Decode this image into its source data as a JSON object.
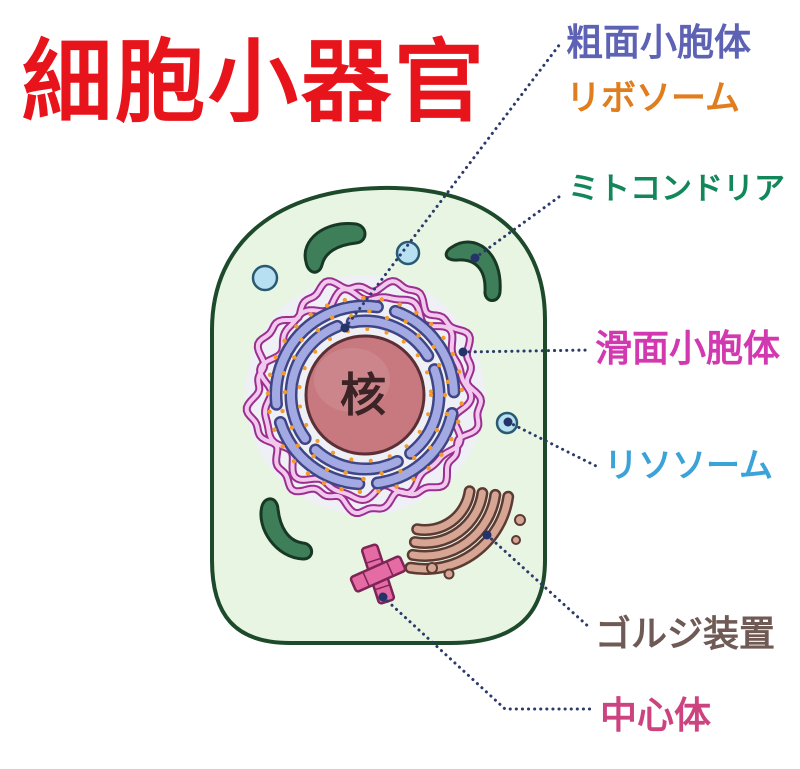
{
  "title": "細胞小器官",
  "nucleus": {
    "label": "核"
  },
  "labels": {
    "rough_er": {
      "text": "粗面小胞体",
      "color": "#5d62b5"
    },
    "ribosome": {
      "text": "リボソーム",
      "color": "#e07d1f"
    },
    "mitochondria": {
      "text": "ミトコンドリア",
      "color": "#12875a"
    },
    "smooth_er": {
      "text": "滑面小胞体",
      "color": "#d238b0"
    },
    "lysosome": {
      "text": "リソソーム",
      "color": "#3ca3d9"
    },
    "golgi": {
      "text": "ゴルジ装置",
      "color": "#6f5a55"
    },
    "centrosome": {
      "text": "中心体",
      "color": "#cd4380"
    }
  },
  "colors": {
    "title": "#e8141c",
    "cell_fill": "#e8f5e2",
    "cell_border": "#1d4a2b",
    "nucleus_fill": "#c8787f",
    "mitochondria_fill": "#3e7e58",
    "lysosome_fill": "#b7e0f2",
    "golgi_fill": "#d7a593",
    "centriole_fill": "#e56ba5"
  }
}
